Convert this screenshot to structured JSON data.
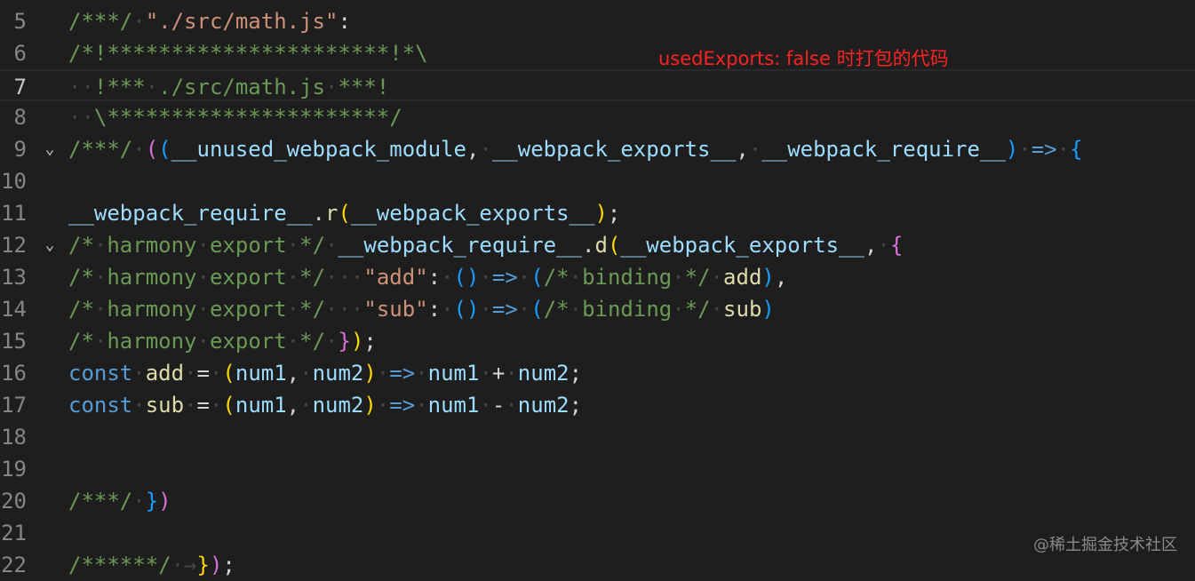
{
  "annotation": "usedExports: false 时打包的代码",
  "watermark": "@稀土掘金技术社区",
  "lines": [
    {
      "num": "5",
      "fold": "",
      "current": false,
      "tokens": [
        {
          "t": "/***/",
          "c": "c-comment"
        },
        {
          "t": "·",
          "c": "ws"
        },
        {
          "t": "\"./src/math.js\"",
          "c": "c-string"
        },
        {
          "t": ":",
          "c": "c-punc"
        }
      ]
    },
    {
      "num": "6",
      "fold": "",
      "current": false,
      "tokens": [
        {
          "t": "/*!**********************!*\\",
          "c": "c-comment"
        }
      ]
    },
    {
      "num": "7",
      "fold": "",
      "current": true,
      "tokens": [
        {
          "t": "··",
          "c": "ws"
        },
        {
          "t": "!***",
          "c": "c-comment"
        },
        {
          "t": "·",
          "c": "ws"
        },
        {
          "t": "./src/math.js",
          "c": "c-comment"
        },
        {
          "t": "·",
          "c": "ws"
        },
        {
          "t": "***!",
          "c": "c-comment"
        }
      ]
    },
    {
      "num": "8",
      "fold": "",
      "current": false,
      "tokens": [
        {
          "t": "··",
          "c": "ws"
        },
        {
          "t": "\\**********************/",
          "c": "c-comment"
        }
      ]
    },
    {
      "num": "9",
      "fold": "⌄",
      "current": false,
      "tokens": [
        {
          "t": "/***/",
          "c": "c-comment"
        },
        {
          "t": "·",
          "c": "ws"
        },
        {
          "t": "(",
          "c": "b1"
        },
        {
          "t": "(",
          "c": "b2"
        },
        {
          "t": "__unused_webpack_module",
          "c": "c-var"
        },
        {
          "t": ",",
          "c": "c-punc"
        },
        {
          "t": "·",
          "c": "ws"
        },
        {
          "t": "__webpack_exports__",
          "c": "c-var"
        },
        {
          "t": ",",
          "c": "c-punc"
        },
        {
          "t": "·",
          "c": "ws"
        },
        {
          "t": "__webpack_require__",
          "c": "c-var"
        },
        {
          "t": ")",
          "c": "b2"
        },
        {
          "t": "·",
          "c": "ws"
        },
        {
          "t": "=>",
          "c": "c-key"
        },
        {
          "t": "·",
          "c": "ws"
        },
        {
          "t": "{",
          "c": "b2"
        }
      ]
    },
    {
      "num": "10",
      "fold": "",
      "current": false,
      "tokens": []
    },
    {
      "num": "11",
      "fold": "",
      "current": false,
      "tokens": [
        {
          "t": "__webpack_require__",
          "c": "c-var"
        },
        {
          "t": ".",
          "c": "c-punc"
        },
        {
          "t": "r",
          "c": "c-func"
        },
        {
          "t": "(",
          "c": "b3"
        },
        {
          "t": "__webpack_exports__",
          "c": "c-var"
        },
        {
          "t": ")",
          "c": "b3"
        },
        {
          "t": ";",
          "c": "c-punc"
        }
      ]
    },
    {
      "num": "12",
      "fold": "⌄",
      "current": false,
      "tokens": [
        {
          "t": "/*",
          "c": "c-comment"
        },
        {
          "t": "·",
          "c": "ws"
        },
        {
          "t": "harmony",
          "c": "c-comment"
        },
        {
          "t": "·",
          "c": "ws"
        },
        {
          "t": "export",
          "c": "c-comment"
        },
        {
          "t": "·",
          "c": "ws"
        },
        {
          "t": "*/",
          "c": "c-comment"
        },
        {
          "t": "·",
          "c": "ws"
        },
        {
          "t": "__webpack_require__",
          "c": "c-var"
        },
        {
          "t": ".",
          "c": "c-punc"
        },
        {
          "t": "d",
          "c": "c-func"
        },
        {
          "t": "(",
          "c": "b3"
        },
        {
          "t": "__webpack_exports__",
          "c": "c-var"
        },
        {
          "t": ",",
          "c": "c-punc"
        },
        {
          "t": "·",
          "c": "ws"
        },
        {
          "t": "{",
          "c": "b1"
        }
      ]
    },
    {
      "num": "13",
      "fold": "",
      "current": false,
      "tokens": [
        {
          "t": "/*",
          "c": "c-comment"
        },
        {
          "t": "·",
          "c": "ws"
        },
        {
          "t": "harmony",
          "c": "c-comment"
        },
        {
          "t": "·",
          "c": "ws"
        },
        {
          "t": "export",
          "c": "c-comment"
        },
        {
          "t": "·",
          "c": "ws"
        },
        {
          "t": "*/",
          "c": "c-comment"
        },
        {
          "t": "···",
          "c": "ws"
        },
        {
          "t": "\"add\"",
          "c": "c-string"
        },
        {
          "t": ":",
          "c": "c-punc"
        },
        {
          "t": "·",
          "c": "ws"
        },
        {
          "t": "()",
          "c": "b2"
        },
        {
          "t": "·",
          "c": "ws"
        },
        {
          "t": "=>",
          "c": "c-key"
        },
        {
          "t": "·",
          "c": "ws"
        },
        {
          "t": "(",
          "c": "b2"
        },
        {
          "t": "/*",
          "c": "c-comment"
        },
        {
          "t": "·",
          "c": "ws"
        },
        {
          "t": "binding",
          "c": "c-comment"
        },
        {
          "t": "·",
          "c": "ws"
        },
        {
          "t": "*/",
          "c": "c-comment"
        },
        {
          "t": "·",
          "c": "ws"
        },
        {
          "t": "add",
          "c": "c-func"
        },
        {
          "t": ")",
          "c": "b2"
        },
        {
          "t": ",",
          "c": "c-punc"
        }
      ]
    },
    {
      "num": "14",
      "fold": "",
      "current": false,
      "tokens": [
        {
          "t": "/*",
          "c": "c-comment"
        },
        {
          "t": "·",
          "c": "ws"
        },
        {
          "t": "harmony",
          "c": "c-comment"
        },
        {
          "t": "·",
          "c": "ws"
        },
        {
          "t": "export",
          "c": "c-comment"
        },
        {
          "t": "·",
          "c": "ws"
        },
        {
          "t": "*/",
          "c": "c-comment"
        },
        {
          "t": "···",
          "c": "ws"
        },
        {
          "t": "\"sub\"",
          "c": "c-string"
        },
        {
          "t": ":",
          "c": "c-punc"
        },
        {
          "t": "·",
          "c": "ws"
        },
        {
          "t": "()",
          "c": "b2"
        },
        {
          "t": "·",
          "c": "ws"
        },
        {
          "t": "=>",
          "c": "c-key"
        },
        {
          "t": "·",
          "c": "ws"
        },
        {
          "t": "(",
          "c": "b2"
        },
        {
          "t": "/*",
          "c": "c-comment"
        },
        {
          "t": "·",
          "c": "ws"
        },
        {
          "t": "binding",
          "c": "c-comment"
        },
        {
          "t": "·",
          "c": "ws"
        },
        {
          "t": "*/",
          "c": "c-comment"
        },
        {
          "t": "·",
          "c": "ws"
        },
        {
          "t": "sub",
          "c": "c-func"
        },
        {
          "t": ")",
          "c": "b2"
        }
      ]
    },
    {
      "num": "15",
      "fold": "",
      "current": false,
      "tokens": [
        {
          "t": "/*",
          "c": "c-comment"
        },
        {
          "t": "·",
          "c": "ws"
        },
        {
          "t": "harmony",
          "c": "c-comment"
        },
        {
          "t": "·",
          "c": "ws"
        },
        {
          "t": "export",
          "c": "c-comment"
        },
        {
          "t": "·",
          "c": "ws"
        },
        {
          "t": "*/",
          "c": "c-comment"
        },
        {
          "t": "·",
          "c": "ws"
        },
        {
          "t": "}",
          "c": "b1"
        },
        {
          "t": ")",
          "c": "b3"
        },
        {
          "t": ";",
          "c": "c-punc"
        }
      ]
    },
    {
      "num": "16",
      "fold": "",
      "current": false,
      "tokens": [
        {
          "t": "const",
          "c": "c-key"
        },
        {
          "t": "·",
          "c": "ws"
        },
        {
          "t": "add",
          "c": "c-func"
        },
        {
          "t": "·",
          "c": "ws"
        },
        {
          "t": "=",
          "c": "c-punc"
        },
        {
          "t": "·",
          "c": "ws"
        },
        {
          "t": "(",
          "c": "b3"
        },
        {
          "t": "num1",
          "c": "c-var"
        },
        {
          "t": ",",
          "c": "c-punc"
        },
        {
          "t": "·",
          "c": "ws"
        },
        {
          "t": "num2",
          "c": "c-var"
        },
        {
          "t": ")",
          "c": "b3"
        },
        {
          "t": "·",
          "c": "ws"
        },
        {
          "t": "=>",
          "c": "c-key"
        },
        {
          "t": "·",
          "c": "ws"
        },
        {
          "t": "num1",
          "c": "c-var"
        },
        {
          "t": "·",
          "c": "ws"
        },
        {
          "t": "+",
          "c": "c-punc"
        },
        {
          "t": "·",
          "c": "ws"
        },
        {
          "t": "num2",
          "c": "c-var"
        },
        {
          "t": ";",
          "c": "c-punc"
        }
      ]
    },
    {
      "num": "17",
      "fold": "",
      "current": false,
      "tokens": [
        {
          "t": "const",
          "c": "c-key"
        },
        {
          "t": "·",
          "c": "ws"
        },
        {
          "t": "sub",
          "c": "c-func"
        },
        {
          "t": "·",
          "c": "ws"
        },
        {
          "t": "=",
          "c": "c-punc"
        },
        {
          "t": "·",
          "c": "ws"
        },
        {
          "t": "(",
          "c": "b3"
        },
        {
          "t": "num1",
          "c": "c-var"
        },
        {
          "t": ",",
          "c": "c-punc"
        },
        {
          "t": "·",
          "c": "ws"
        },
        {
          "t": "num2",
          "c": "c-var"
        },
        {
          "t": ")",
          "c": "b3"
        },
        {
          "t": "·",
          "c": "ws"
        },
        {
          "t": "=>",
          "c": "c-key"
        },
        {
          "t": "·",
          "c": "ws"
        },
        {
          "t": "num1",
          "c": "c-var"
        },
        {
          "t": "·",
          "c": "ws"
        },
        {
          "t": "-",
          "c": "c-punc"
        },
        {
          "t": "·",
          "c": "ws"
        },
        {
          "t": "num2",
          "c": "c-var"
        },
        {
          "t": ";",
          "c": "c-punc"
        }
      ]
    },
    {
      "num": "18",
      "fold": "",
      "current": false,
      "tokens": []
    },
    {
      "num": "19",
      "fold": "",
      "current": false,
      "tokens": []
    },
    {
      "num": "20",
      "fold": "",
      "current": false,
      "tokens": [
        {
          "t": "/***/",
          "c": "c-comment"
        },
        {
          "t": "·",
          "c": "ws"
        },
        {
          "t": "}",
          "c": "b2"
        },
        {
          "t": ")",
          "c": "b1"
        }
      ]
    },
    {
      "num": "21",
      "fold": "",
      "current": false,
      "tokens": []
    },
    {
      "num": "22",
      "fold": "",
      "current": false,
      "tokens": [
        {
          "t": "/******/",
          "c": "c-comment"
        },
        {
          "t": "·→",
          "c": "ws"
        },
        {
          "t": "}",
          "c": "b3"
        },
        {
          "t": ")",
          "c": "b1"
        },
        {
          "t": ";",
          "c": "c-punc"
        }
      ]
    }
  ]
}
